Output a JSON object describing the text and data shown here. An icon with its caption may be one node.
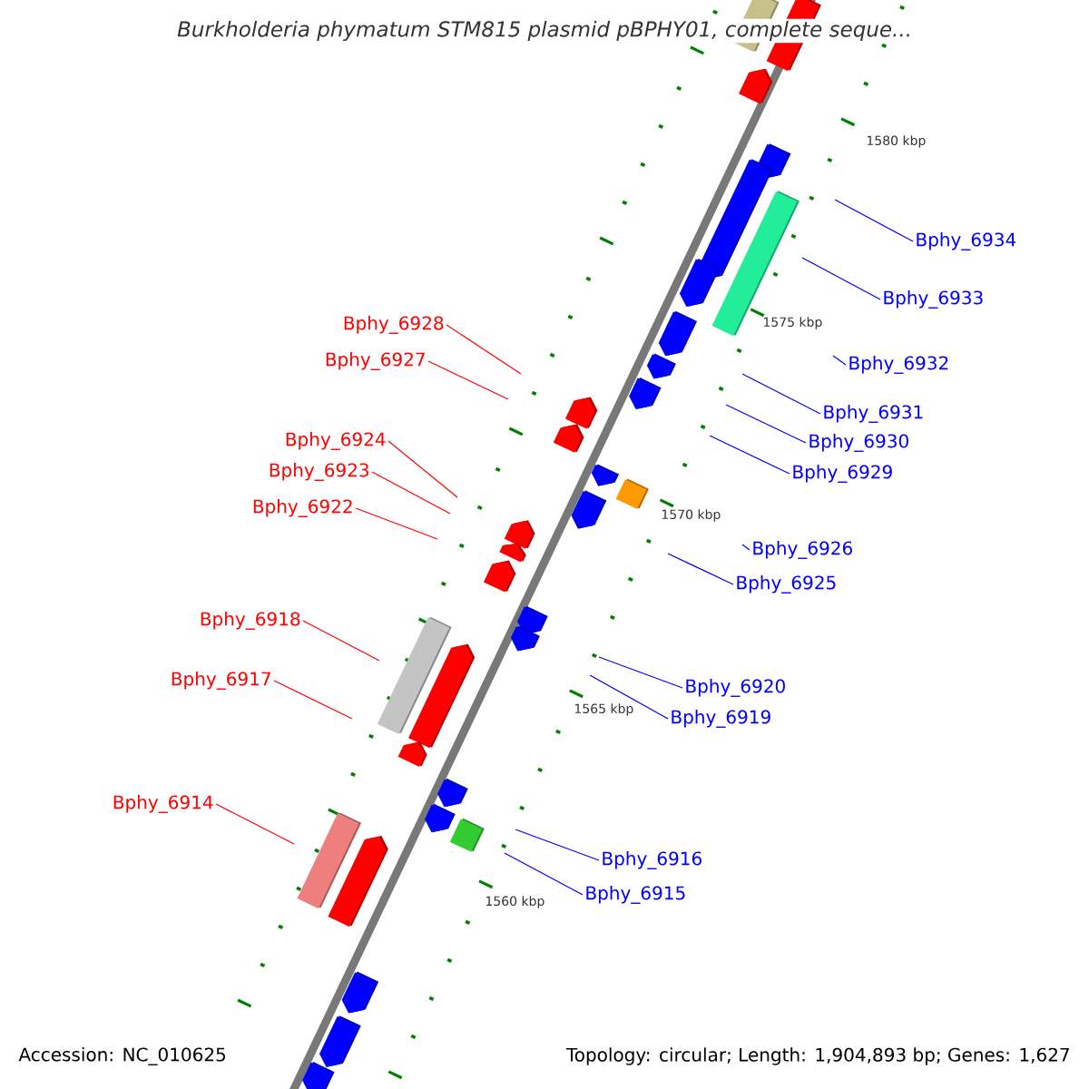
{
  "diagram": {
    "title": "Burkholderia phymatum STM815 plasmid pBPHY01, complete seque...",
    "nodes": [
      {
        "text": [
          "Bphy_6934"
        ]
      },
      {
        "text": [
          "Bphy_6933"
        ]
      },
      {
        "text": [
          "Bphy_6932"
        ]
      },
      {
        "text": [
          "Bphy_6931"
        ]
      },
      {
        "text": [
          "Bphy_6930"
        ]
      },
      {
        "text": [
          "Bphy_6929"
        ]
      },
      {
        "text": [
          "Bphy_6926"
        ]
      },
      {
        "text": [
          "Bphy_6925"
        ]
      },
      {
        "text": [
          "Bphy_6920"
        ]
      },
      {
        "text": [
          "Bphy_6919"
        ]
      },
      {
        "text": [
          "Bphy_6916"
        ]
      },
      {
        "text": [
          "Bphy_6915"
        ]
      },
      {
        "text": [
          "Bphy_6928"
        ]
      },
      {
        "text": [
          "Bphy_6927"
        ]
      },
      {
        "text": [
          "Bphy_6924"
        ]
      },
      {
        "text": [
          "Bphy_6923"
        ]
      },
      {
        "text": [
          "Bphy_6922"
        ]
      },
      {
        "text": [
          "Bphy_6918"
        ]
      },
      {
        "text": [
          "Bphy_6917"
        ]
      },
      {
        "text": [
          "Bphy_6914"
        ]
      }
    ],
    "edges": [
      {
        "from": 0,
        "to": null,
        "arrow": "none"
      },
      {
        "from": 1,
        "to": null,
        "arrow": "none"
      },
      {
        "from": 2,
        "to": null,
        "arrow": "none"
      },
      {
        "from": 3,
        "to": null,
        "arrow": "none"
      },
      {
        "from": 4,
        "to": null,
        "arrow": "none"
      },
      {
        "from": 5,
        "to": null,
        "arrow": "none"
      },
      {
        "from": 6,
        "to": null,
        "arrow": "none"
      },
      {
        "from": 7,
        "to": null,
        "arrow": "none"
      },
      {
        "from": 8,
        "to": null,
        "arrow": "none"
      },
      {
        "from": 9,
        "to": null,
        "arrow": "none"
      },
      {
        "from": 10,
        "to": null,
        "arrow": "none"
      },
      {
        "from": 11,
        "to": null,
        "arrow": "none"
      },
      {
        "from": 12,
        "to": null,
        "arrow": "none",
        "color": "#ff0000"
      },
      {
        "from": 13,
        "to": null,
        "arrow": "none",
        "color": "#ff0000"
      },
      {
        "from": 14,
        "to": null,
        "arrow": "none",
        "color": "#ff0000"
      },
      {
        "from": 15,
        "to": null,
        "arrow": "none",
        "color": "#ff0000"
      },
      {
        "from": 16,
        "to": null,
        "arrow": "none",
        "color": "#ff0000"
      },
      {
        "from": 17,
        "to": null,
        "arrow": "none",
        "color": "#ff0000"
      },
      {
        "from": 18,
        "to": null,
        "arrow": "none",
        "color": "#ff0000"
      },
      {
        "from": 19,
        "to": null,
        "arrow": "none",
        "color": "#ff0000"
      }
    ],
    "labels": [
      "1580 kbp",
      "1575 kbp",
      "1570 kbp",
      "1565 kbp",
      "1560 kbp",
      "Accession: NC_010625",
      "Topology: circular; Length: 1,904,893 bp; Genes: 1,627"
    ]
  }
}
